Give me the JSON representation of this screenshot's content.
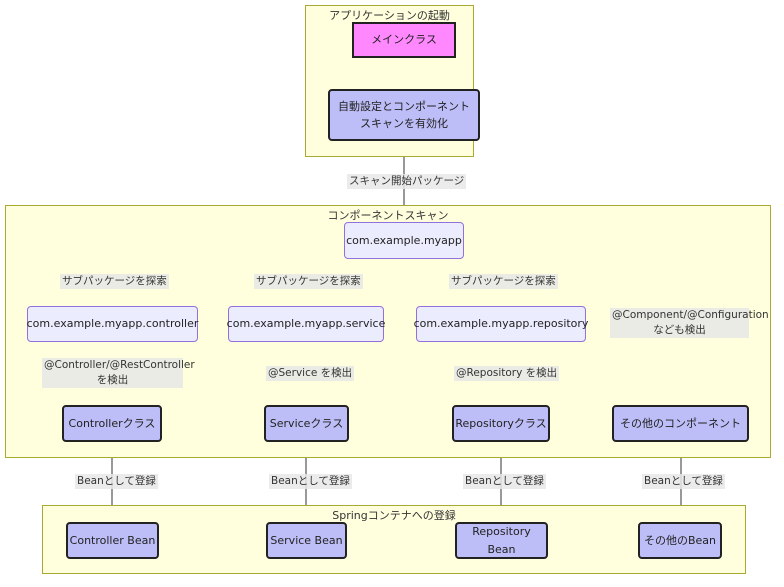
{
  "clusters": {
    "startup": "アプリケーションの起動",
    "scan": "コンポーネントスキャン",
    "register": "Springコンテナへの登録"
  },
  "nodes": {
    "main_class": "メインクラス",
    "auto_config": "自動設定とコンポーネント\nスキャンを有効化",
    "base_package": "com.example.myapp",
    "pkg_controller": "com.example.myapp.controller",
    "pkg_service": "com.example.myapp.service",
    "pkg_repository": "com.example.myapp.repository",
    "controller_class": "Controllerクラス",
    "service_class": "Serviceクラス",
    "repository_class": "Repositoryクラス",
    "other_components": "その他のコンポーネント",
    "controller_bean": "Controller Bean",
    "service_bean": "Service Bean",
    "repository_bean": "Repository Bean",
    "other_bean": "その他のBean"
  },
  "edge_labels": {
    "scan_start": "スキャン開始パッケージ",
    "sub_controller": "サブパッケージを探索",
    "sub_service": "サブパッケージを探索",
    "sub_repository": "サブパッケージを探索",
    "detect_other": "@Component/@Configuration\nなども検出",
    "detect_controller": "@Controller/@RestController\nを検出",
    "detect_service": "@Service を検出",
    "detect_repository": "@Repository を検出",
    "bean_controller": "Beanとして登録",
    "bean_service": "Beanとして登録",
    "bean_repository": "Beanとして登録",
    "bean_other": "Beanとして登録"
  },
  "colors": {
    "cluster_fill": "#ffffde",
    "cluster_border": "#aaaa33",
    "main_node_fill": "#ff88ff",
    "class_node_fill": "#bdbdf7",
    "package_node_fill": "#ececff",
    "package_node_border": "#9370db",
    "edge": "#333333",
    "edge_label_bg": "#e8e8e8"
  }
}
